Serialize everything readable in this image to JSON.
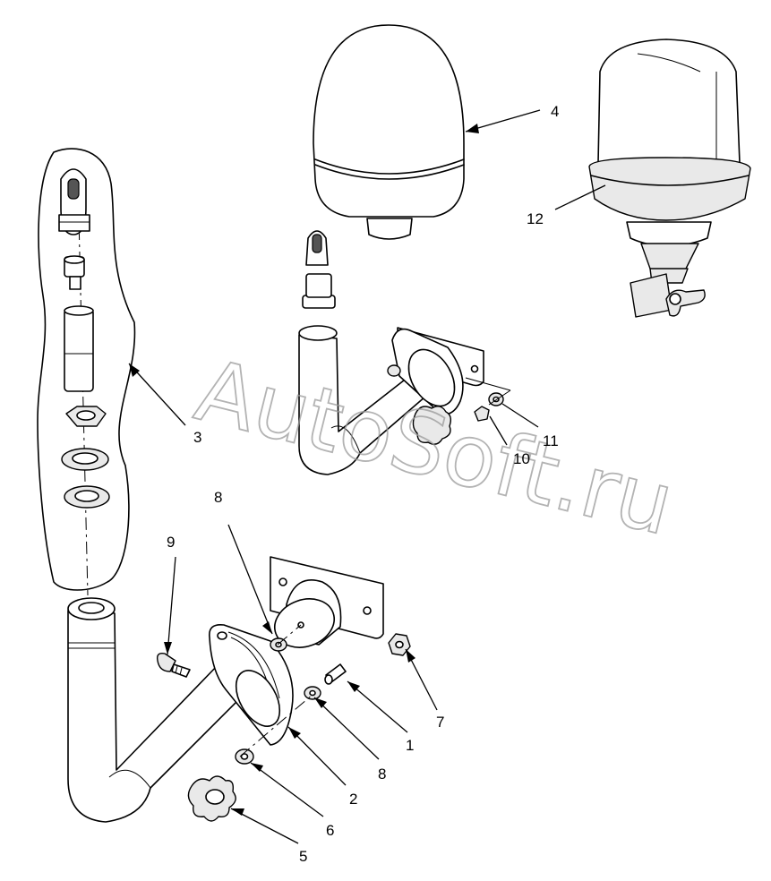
{
  "watermark": "AutoSoft.ru",
  "callouts": [
    {
      "id": "c1",
      "label": "1"
    },
    {
      "id": "c2",
      "label": "2"
    },
    {
      "id": "c3",
      "label": "3"
    },
    {
      "id": "c4",
      "label": "4"
    },
    {
      "id": "c5",
      "label": "5"
    },
    {
      "id": "c6",
      "label": "6"
    },
    {
      "id": "c7",
      "label": "7"
    },
    {
      "id": "c8a",
      "label": "8"
    },
    {
      "id": "c8b",
      "label": "8"
    },
    {
      "id": "c9",
      "label": "9"
    },
    {
      "id": "c10",
      "label": "10"
    },
    {
      "id": "c11",
      "label": "11"
    },
    {
      "id": "c12",
      "label": "12"
    }
  ]
}
